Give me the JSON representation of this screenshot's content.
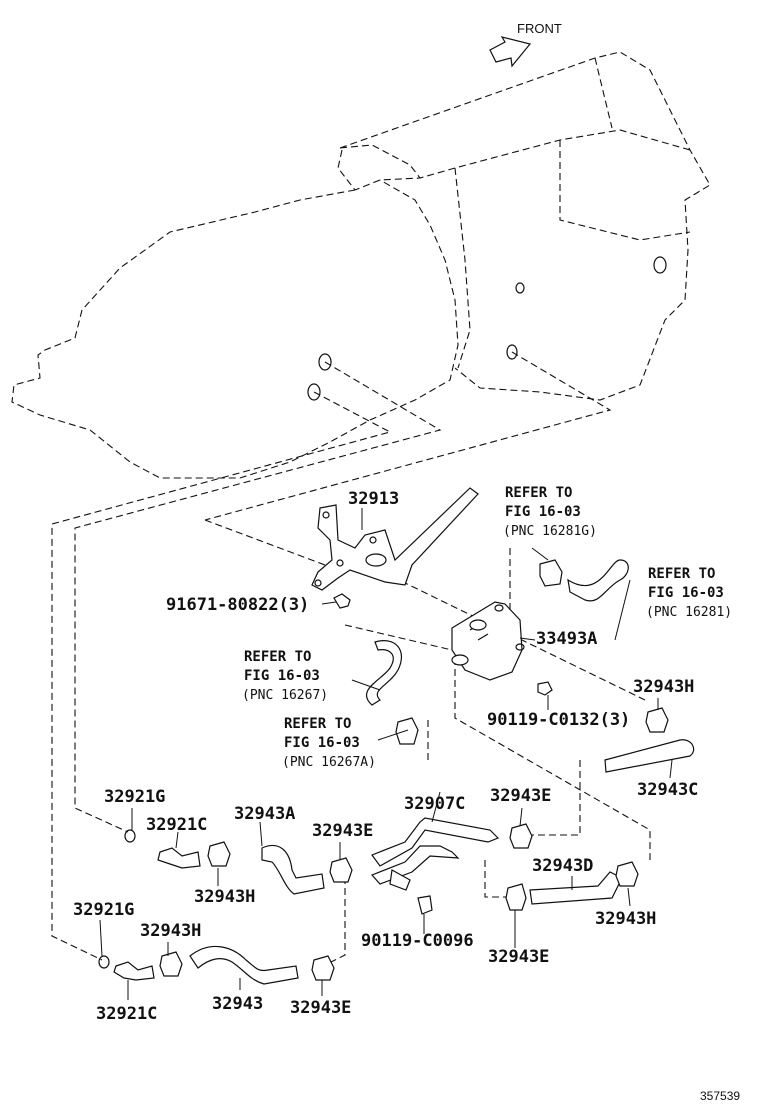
{
  "front_label": "FRONT",
  "image_id": "357539",
  "labels": {
    "p32913": "32913",
    "p91671": "91671-80822(3)",
    "p33493A": "33493A",
    "p90119_0132": "90119-C0132(3)",
    "p32943H_a": "32943H",
    "p32943C": "32943C",
    "p32921G_a": "32921G",
    "p32921C_a": "32921C",
    "p32943A": "32943A",
    "p32943E_a": "32943E",
    "p32907C": "32907C",
    "p32943E_b": "32943E",
    "p32943H_b": "32943H",
    "p32943D": "32943D",
    "p32943H_c": "32943H",
    "p32943E_c": "32943E",
    "p90119_0096": "90119-C0096",
    "p32921G_b": "32921G",
    "p32943H_d": "32943H",
    "p32921C_b": "32921C",
    "p32943": "32943",
    "p32943E_d": "32943E"
  },
  "refs": {
    "r1": {
      "l1": "REFER TO",
      "l2": "FIG 16-03",
      "l3": "(PNC 16281G)"
    },
    "r2": {
      "l1": "REFER TO",
      "l2": "FIG 16-03",
      "l3": "(PNC 16281)"
    },
    "r3": {
      "l1": "REFER TO",
      "l2": "FIG 16-03",
      "l3": "(PNC 16267)"
    },
    "r4": {
      "l1": "REFER TO",
      "l2": "FIG 16-03",
      "l3": "(PNC 16267A)"
    }
  }
}
